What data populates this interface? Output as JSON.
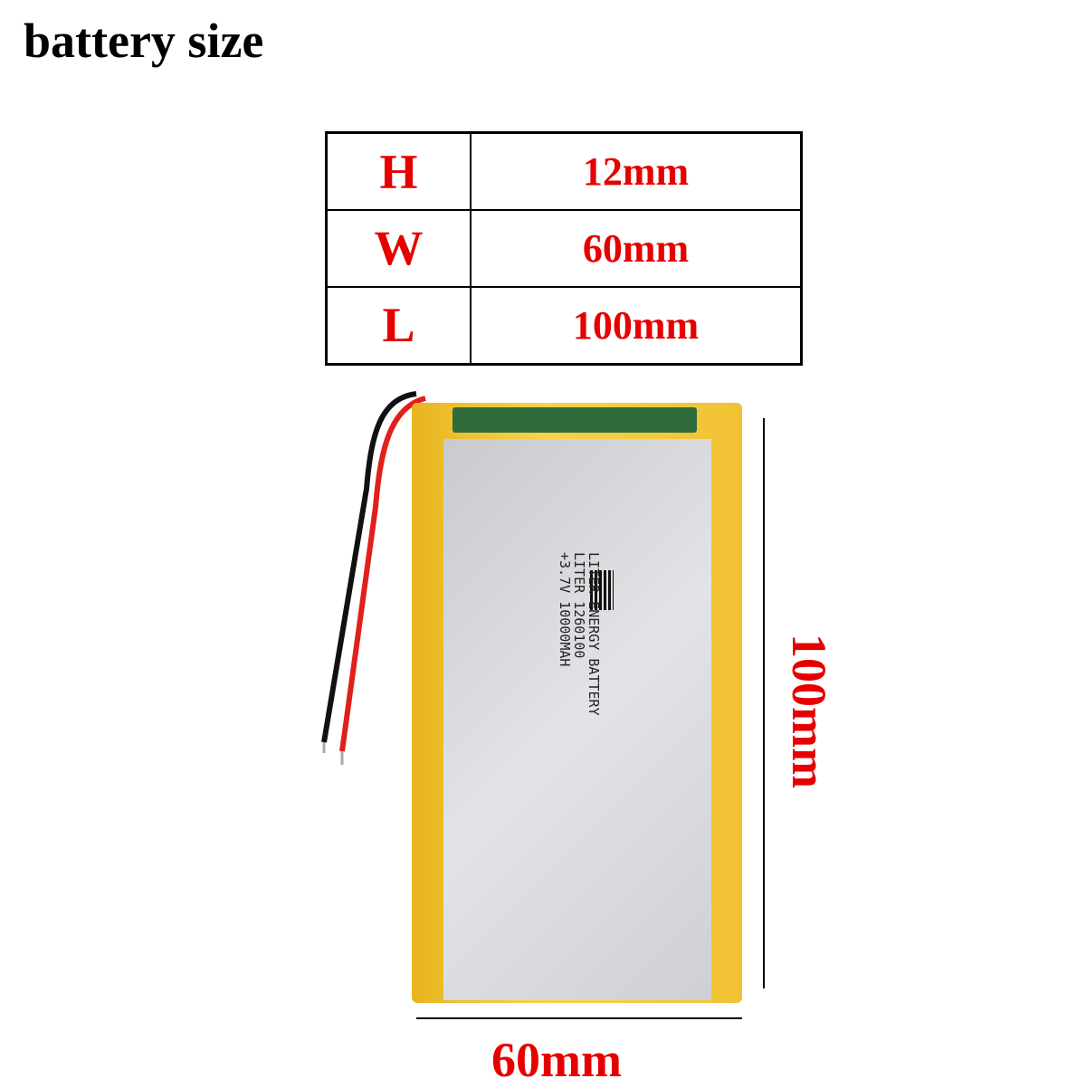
{
  "title": "battery size",
  "dimensions": [
    {
      "key": "H",
      "value": "12mm"
    },
    {
      "key": "W",
      "value": "60mm"
    },
    {
      "key": "L",
      "value": "100mm"
    }
  ],
  "battery_label": {
    "line1": "LITER ENERGY BATTERY",
    "line2": "LITER 1260100",
    "line3": "+3.7V 10000MAH"
  },
  "length_label": "100mm",
  "width_label": "60mm",
  "colors": {
    "accent": "#e60000"
  }
}
